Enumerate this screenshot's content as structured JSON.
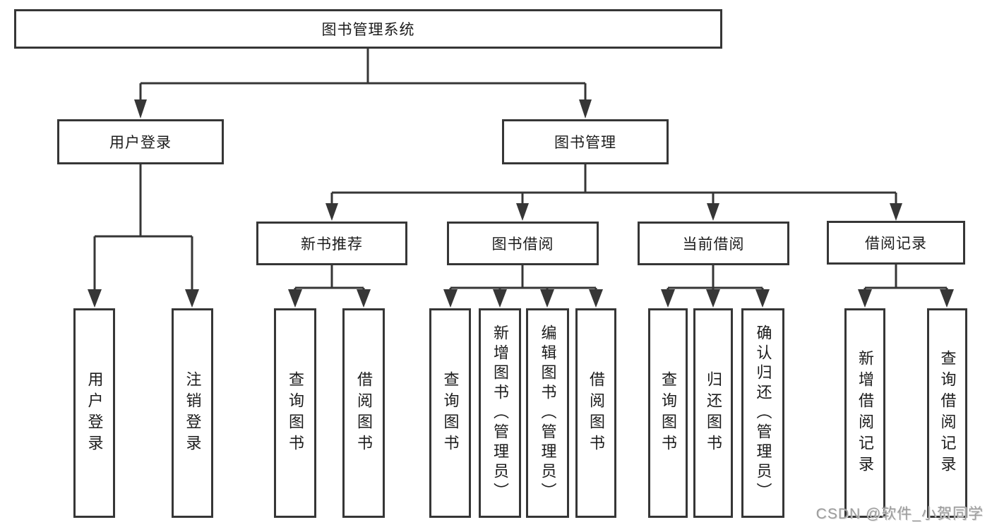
{
  "tree": {
    "label": "图书管理系统",
    "children": [
      {
        "label": "用户登录",
        "children": [
          {
            "label": "用户登录"
          },
          {
            "label": "注销登录"
          }
        ]
      },
      {
        "label": "图书管理",
        "children": [
          {
            "label": "新书推荐",
            "children": [
              {
                "label": "查询图书"
              },
              {
                "label": "借阅图书"
              }
            ]
          },
          {
            "label": "图书借阅",
            "children": [
              {
                "label": "查询图书"
              },
              {
                "label": "新增图书（管理员）"
              },
              {
                "label": "编辑图书（管理员）"
              },
              {
                "label": "借阅图书"
              }
            ]
          },
          {
            "label": "当前借阅",
            "children": [
              {
                "label": "查询图书"
              },
              {
                "label": "归还图书"
              },
              {
                "label": "确认归还（管理员）"
              }
            ]
          },
          {
            "label": "借阅记录",
            "children": [
              {
                "label": "新增借阅记录"
              },
              {
                "label": "查询借阅记录"
              }
            ]
          }
        ]
      }
    ]
  },
  "watermark": "CSDN @软件_小贺同学",
  "colors": {
    "line": "#363636",
    "text": "#1c1c1c",
    "watermark": "#9c9c9c",
    "background": "#ffffff"
  }
}
